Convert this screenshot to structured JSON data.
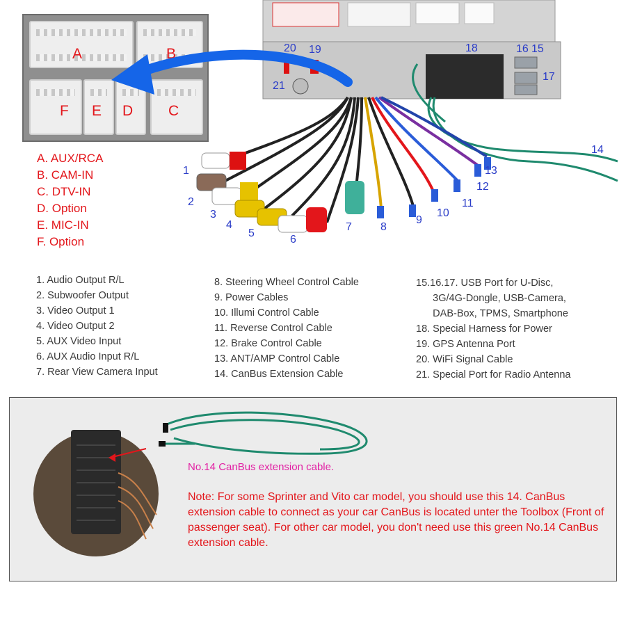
{
  "connector": {
    "letters": [
      "A",
      "B",
      "F",
      "E",
      "D",
      "C"
    ]
  },
  "legend": [
    "A. AUX/RCA",
    "B. CAM-IN",
    "C. DTV-IN",
    "D. Option",
    "E. MIC-IN",
    "F. Option"
  ],
  "numbers": [
    "1",
    "2",
    "3",
    "4",
    "5",
    "6",
    "7",
    "8",
    "9",
    "10",
    "11",
    "12",
    "13",
    "14",
    "15",
    "16",
    "17",
    "18",
    "19",
    "20",
    "21"
  ],
  "cable_list": {
    "col1": [
      "1. Audio Output R/L",
      "2. Subwoofer Output",
      "3. Video Output 1",
      "4. Video Output 2",
      "5. AUX Video Input",
      "6. AUX Audio Input R/L",
      "7. Rear View Camera Input"
    ],
    "col2": [
      "8. Steering Wheel Control Cable",
      "9. Power Cables",
      "10. Illumi Control Cable",
      "11. Reverse Control Cable",
      "12. Brake Control Cable",
      "13. ANT/AMP Control Cable",
      "14. CanBus Extension Cable"
    ],
    "col3": [
      "15.16.17. USB Port for U-Disc,",
      "      3G/4G-Dongle, USB-Camera,",
      "      DAB-Box, TPMS, Smartphone",
      "18. Special Harness for Power",
      "19. GPS Antenna Port",
      "20. WiFi Signal Cable",
      "21. Special Port for Radio Antenna"
    ]
  },
  "canbus_caption": "No.14 CanBus extension cable.",
  "note": "Note: For some Sprinter and Vito car model, you should use this 14. CanBus extension cable to connect as your car CanBus is located unter the Toolbox (Front of passenger seat). For other car model, you don't need use this green No.14 CanBus extension cable.",
  "colors": {
    "label_red": "#e3161b",
    "number_blue": "#2a3cc8",
    "caption_magenta": "#e21fa3",
    "cable_green": "#1f8a6e",
    "arrow_blue": "#1565e8"
  }
}
